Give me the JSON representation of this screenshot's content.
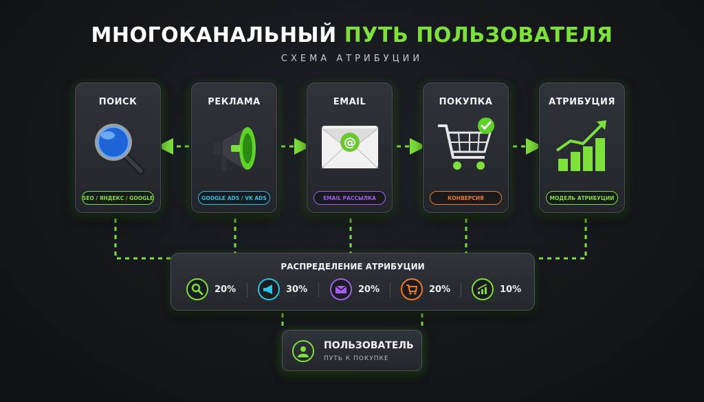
{
  "header": {
    "title_main": "МНОГОКАНАЛЬНЫЙ",
    "title_accent": "ПУТЬ ПОЛЬЗОВАТЕЛЯ",
    "subtitle": "СХЕМА АТРИБУЦИИ"
  },
  "colors": {
    "accent_green": "#7ee03a",
    "cyan": "#29c2e8",
    "purple": "#a25cf0",
    "orange": "#f0792a"
  },
  "channels": [
    {
      "title": "ПОИСК",
      "tag": "SEO / ЯНДЕКС / GOOGLE",
      "icon": "magnifier-icon",
      "tag_color": "#7ee03a"
    },
    {
      "title": "РЕКЛАМА",
      "tag": "GOOGLE ADS / VK ADS",
      "icon": "megaphone-icon",
      "tag_color": "#29c2e8"
    },
    {
      "title": "EMAIL",
      "tag": "EMAIL РАССЫЛКА",
      "icon": "envelope-icon",
      "tag_color": "#a25cf0"
    },
    {
      "title": "ПОКУПКА",
      "tag": "КОНВЕРСИЯ",
      "icon": "cart-icon",
      "tag_color": "#f0792a"
    },
    {
      "title": "АТРИБУЦИЯ",
      "tag": "МОДЕЛЬ АТРИБУЦИИ",
      "icon": "growth-chart-icon",
      "tag_color": "#7ee03a"
    }
  ],
  "distribution": {
    "title": "РАСПРЕДЕЛЕНИЕ АТРИБУЦИИ",
    "items": [
      {
        "icon": "search-icon",
        "value": "20%",
        "color": "#7ee03a"
      },
      {
        "icon": "megaphone-icon",
        "value": "30%",
        "color": "#29c2e8"
      },
      {
        "icon": "envelope-icon",
        "value": "20%",
        "color": "#a25cf0"
      },
      {
        "icon": "cart-icon",
        "value": "20%",
        "color": "#f0792a"
      },
      {
        "icon": "growth-chart-icon",
        "value": "10%",
        "color": "#7ee03a"
      }
    ]
  },
  "user": {
    "name": "ПОЛЬЗОВАТЕЛЬ",
    "subtitle": "ПУТЬ К ПОКУПКЕ",
    "icon": "user-icon"
  }
}
